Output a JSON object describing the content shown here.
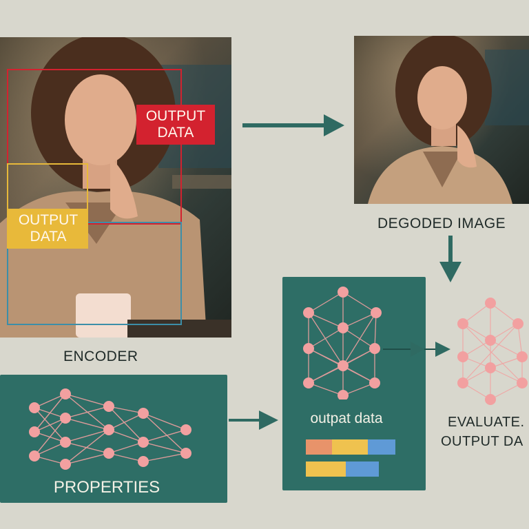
{
  "photo_left": {
    "tag_red": [
      "OUTPUT",
      "DATA"
    ],
    "tag_yellow": [
      "OUTPUT",
      "DATA"
    ],
    "caption": "ENCODER"
  },
  "photo_right": {
    "caption": "DEGODED IMAGE"
  },
  "panel_properties": {
    "label": "PROPERTIES"
  },
  "panel_output": {
    "label": "outpat data",
    "bar_rows": [
      [
        "#e8936a",
        "#efc24f",
        "#5f9ad6"
      ],
      [
        "#efc24f",
        "#5f9ad6"
      ]
    ]
  },
  "evaluate": {
    "line1": "EVALUATE.",
    "line2": "OUTPUT DA"
  },
  "colors": {
    "background": "#d8d7cd",
    "teal": "#2e6e66",
    "arrow": "#2f6a62",
    "node": "#f2a0a0",
    "red": "#d3222f",
    "yellow": "#e8b93a",
    "blue": "#3c8ea8"
  }
}
